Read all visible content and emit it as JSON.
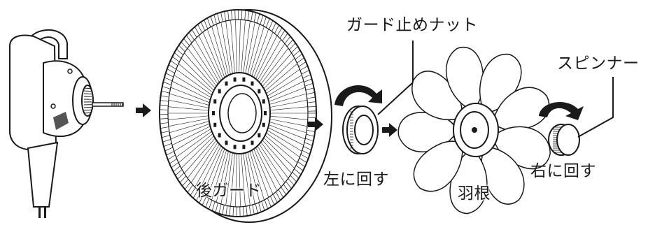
{
  "labels": {
    "rear_guard": "後ガード",
    "guard_nut": "ガード止めナット",
    "turn_left": "左に回す",
    "blade": "羽根",
    "turn_right": "右に回す",
    "spinner": "スピンナー"
  },
  "colors": {
    "line": "#1a1a1a",
    "fill": "#ffffff",
    "arrow": "#1a1a1a"
  },
  "icons": {
    "step_arrow": "right-arrow-icon",
    "rotate_left": "counterclockwise-arrow-icon",
    "rotate_right": "clockwise-arrow-icon"
  }
}
